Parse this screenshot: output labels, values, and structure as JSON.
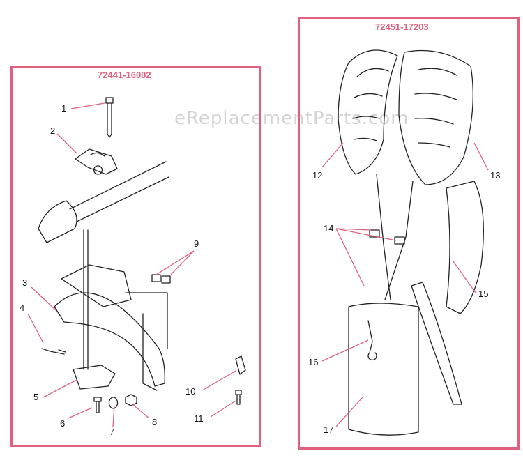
{
  "watermark": "eReplacementParts.com",
  "accent_color": "#e0607e",
  "left_panel": {
    "title": "72441-16002",
    "callouts": [
      "1",
      "2",
      "3",
      "4",
      "5",
      "6",
      "7",
      "8",
      "9",
      "10",
      "11"
    ]
  },
  "right_panel": {
    "title": "72451-17203",
    "callouts": [
      "12",
      "13",
      "14",
      "15",
      "16",
      "17"
    ]
  }
}
